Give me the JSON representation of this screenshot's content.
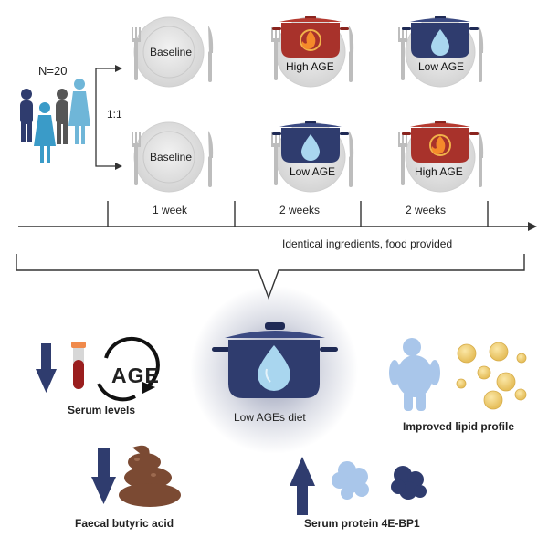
{
  "design": {
    "n_label": "N=20",
    "ratio_label": "1:1",
    "arm1": {
      "period1": "Baseline",
      "period2": "High AGE",
      "period3": "Low AGE"
    },
    "arm2": {
      "period1": "Baseline",
      "period2": "Low AGE",
      "period3": "High AGE"
    },
    "durations": [
      "1 week",
      "2 weeks",
      "2 weeks"
    ],
    "timeline_note": "Identical ingredients, food provided"
  },
  "outcomes": {
    "center_label": "Low AGEs diet",
    "serum_levels": {
      "label": "Serum levels",
      "badge": "AGE",
      "direction": "down"
    },
    "lipid": {
      "label": "Improved lipid profile"
    },
    "butyric": {
      "label": "Faecal butyric acid",
      "direction": "down"
    },
    "protein": {
      "label": "Serum protein 4E-BP1",
      "direction": "up"
    }
  },
  "colors": {
    "navy": "#2f3c6e",
    "high_age_red": "#a8322b",
    "water": "#a9d6ef",
    "plate": "#e4e4e4"
  },
  "icons": [
    "people-icon",
    "plate-icon",
    "fork-icon",
    "knife-icon",
    "pot-icon",
    "water-drop-icon",
    "flame-icon",
    "blood-tube-icon",
    "cycle-arrow-icon",
    "body-icon",
    "fat-droplets-icon",
    "stool-icon",
    "protein-blob-icon",
    "arrow-down-icon",
    "arrow-up-icon"
  ]
}
